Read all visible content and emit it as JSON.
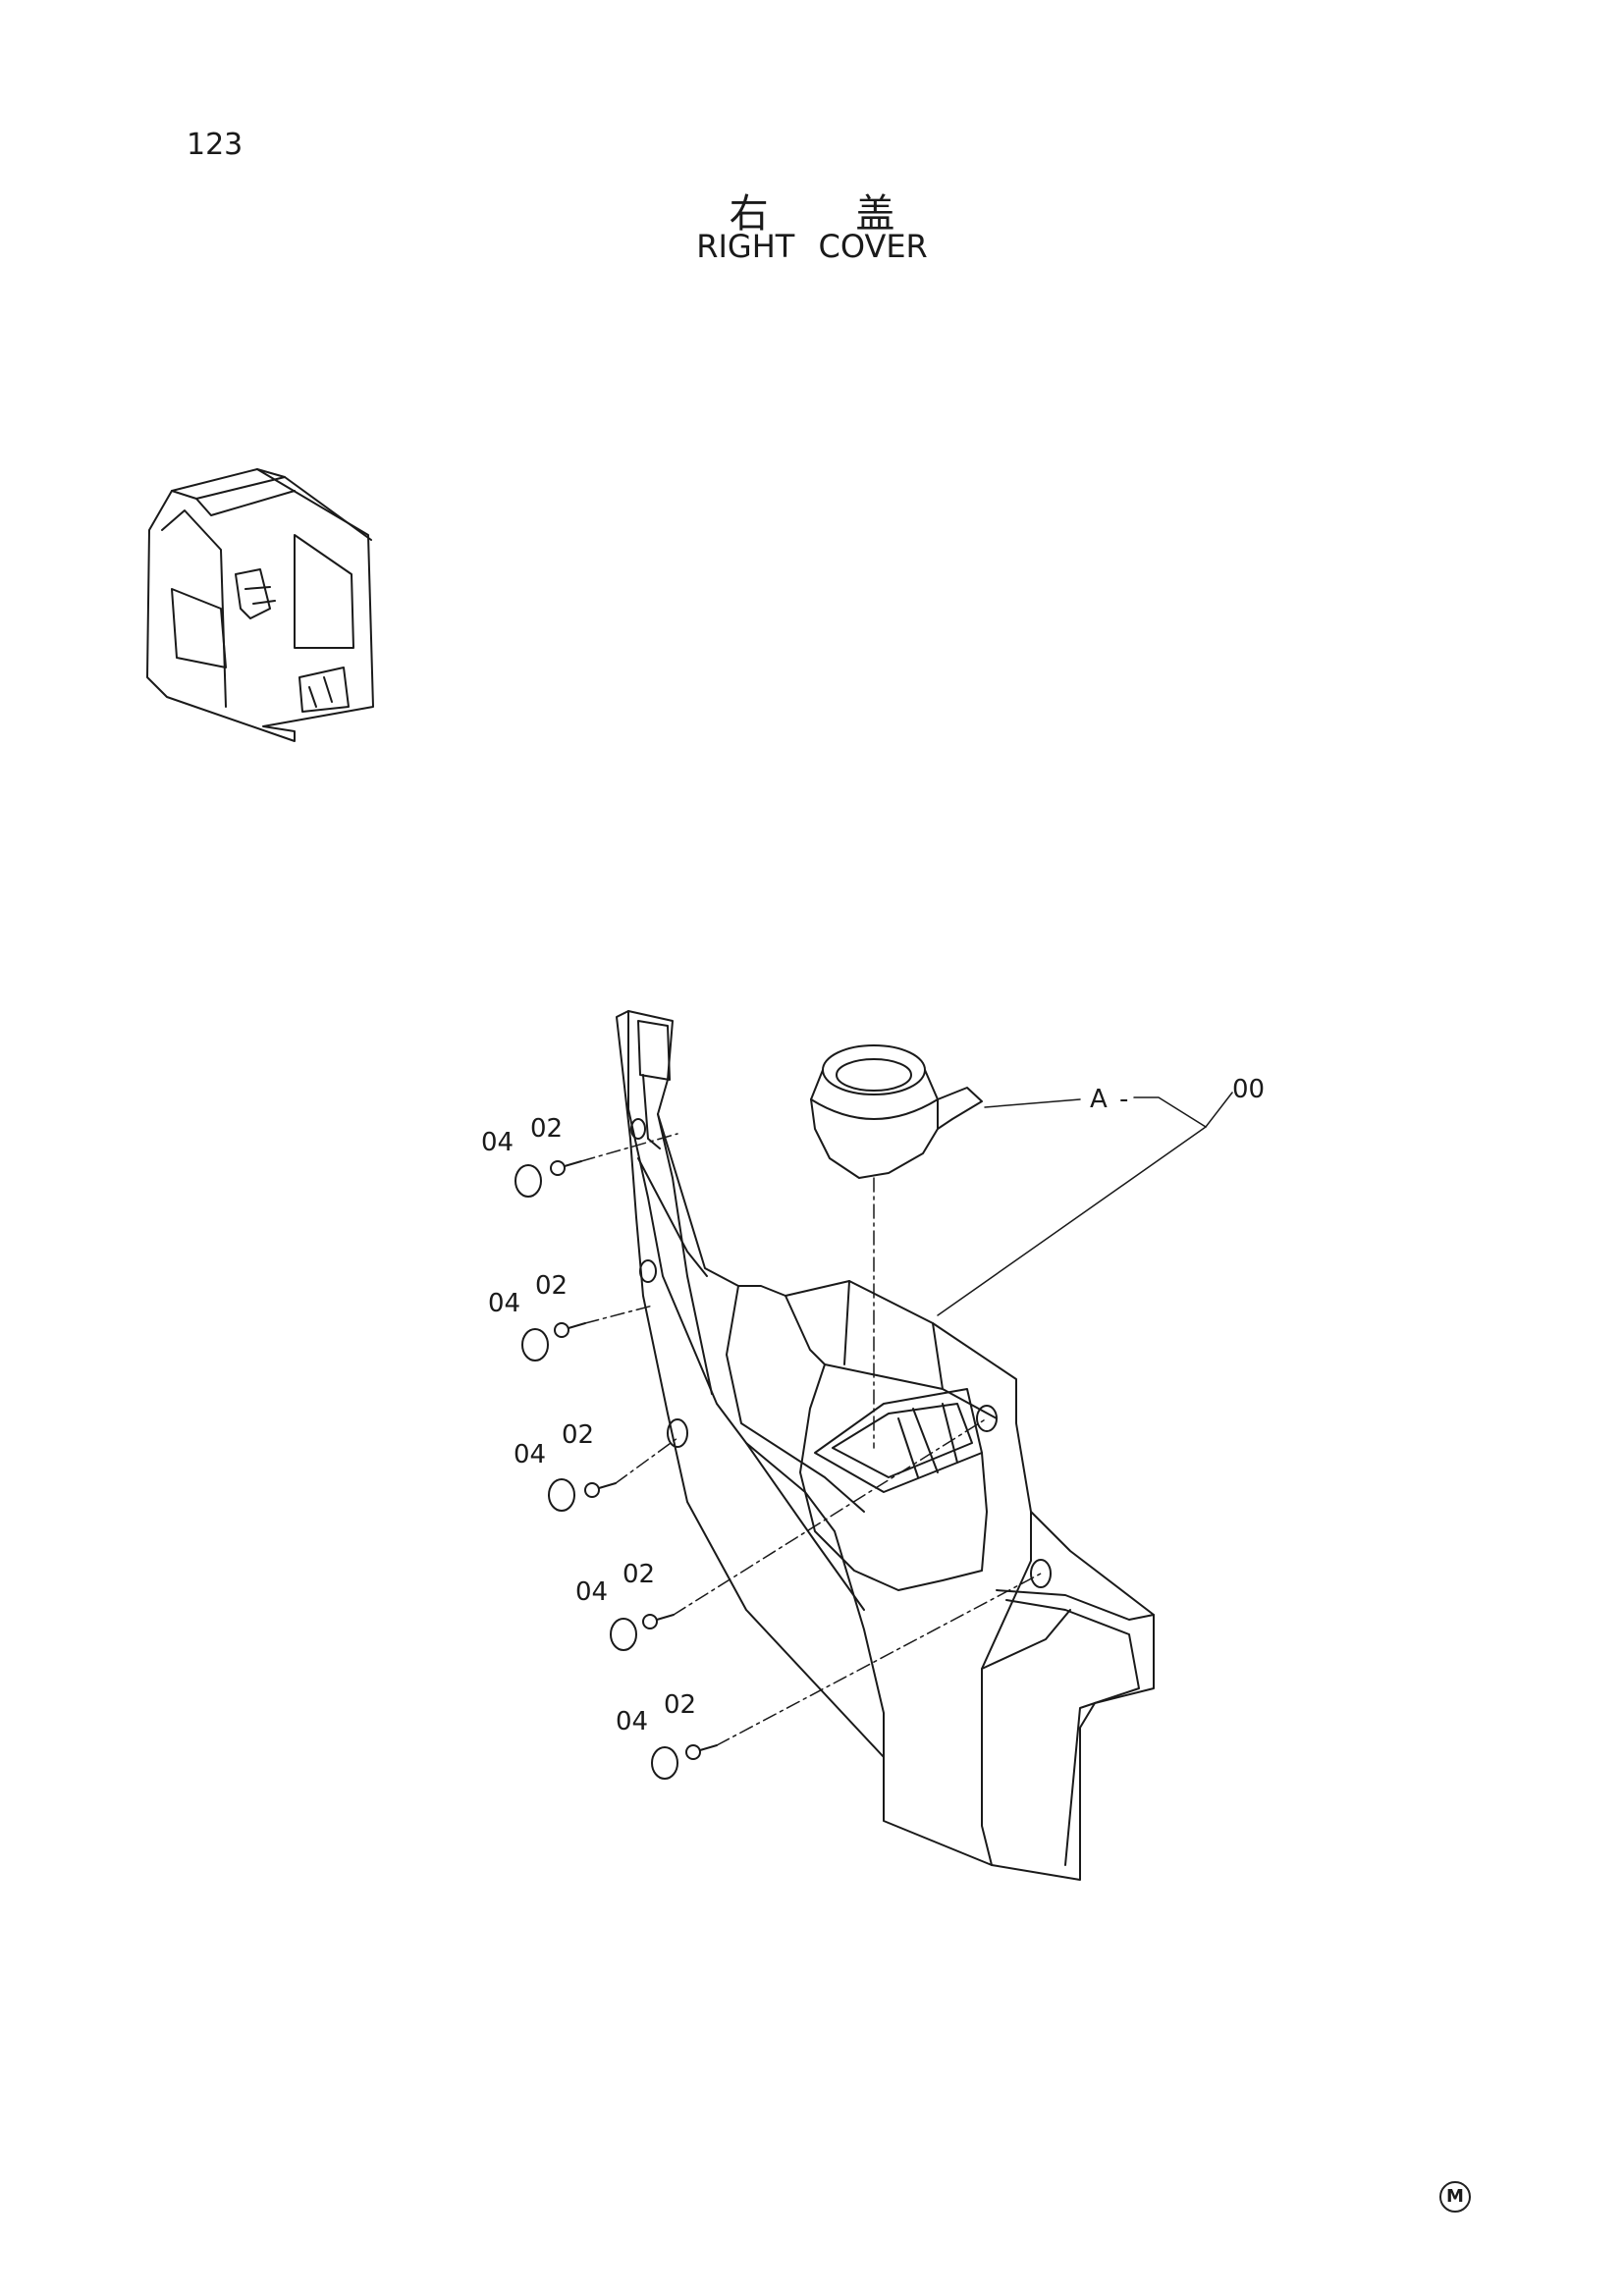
{
  "page": {
    "number": "123",
    "title_cn": "右 盖",
    "title_en": "RIGHT COVER",
    "corner_mark": "M"
  },
  "callouts": {
    "assembly": "00",
    "detail": "A",
    "screw": "02",
    "cap": "04"
  }
}
